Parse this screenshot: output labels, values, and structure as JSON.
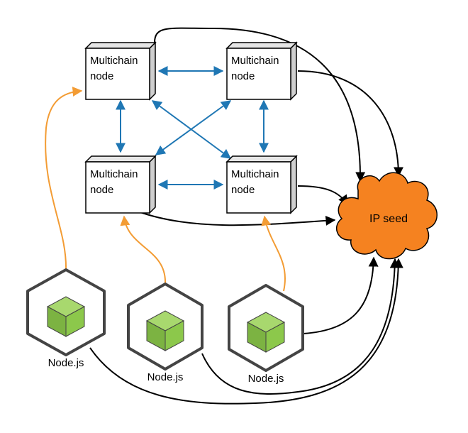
{
  "multichain_nodes": [
    {
      "id": "mc-top-left",
      "line1": "Multichain",
      "line2": "node"
    },
    {
      "id": "mc-top-right",
      "line1": "Multichain",
      "line2": "node"
    },
    {
      "id": "mc-bottom-left",
      "line1": "Multichain",
      "line2": "node"
    },
    {
      "id": "mc-bottom-right",
      "line1": "Multichain",
      "line2": "node"
    }
  ],
  "nodejs_nodes": [
    {
      "id": "nodejs-left",
      "label": "Node.js"
    },
    {
      "id": "nodejs-middle",
      "label": "Node.js"
    },
    {
      "id": "nodejs-right",
      "label": "Node.js"
    }
  ],
  "ip_seed": {
    "label": "IP seed"
  },
  "colors": {
    "peer_arrow": "#1f77b4",
    "nodejs_arrow": "#f39c34",
    "seed_arrow": "#000000",
    "seed_fill": "#f58220",
    "nodejs_cube_green": "#8cc84b",
    "nodejs_hex_stroke": "#444444"
  }
}
